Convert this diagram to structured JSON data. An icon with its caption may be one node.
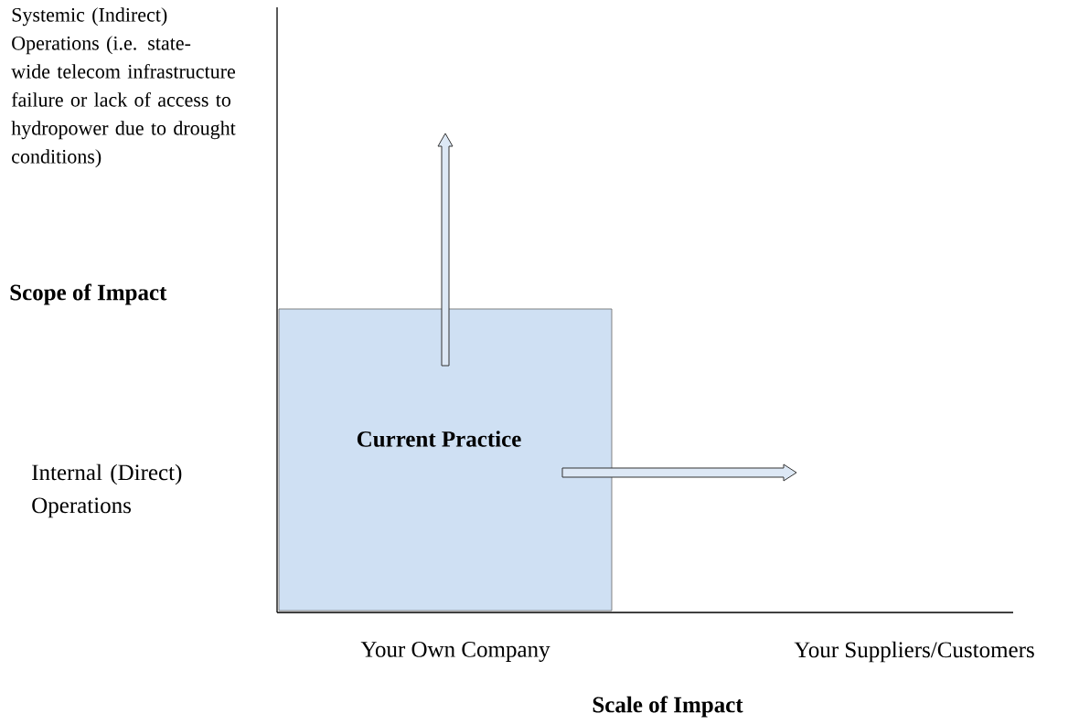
{
  "diagram": {
    "nodes": [
      {
        "text": [
          "Current Practice"
        ]
      }
    ],
    "labels": [
      "Systemic (Indirect) Operations (i.e. state-wide telecom infrastructure failure or lack of access to hydropower due to drought conditions)",
      "Scope of Impact",
      "Internal (Direct) Operations",
      "Your Own Company",
      "Your Suppliers/Customers",
      "Scale of Impact"
    ]
  }
}
